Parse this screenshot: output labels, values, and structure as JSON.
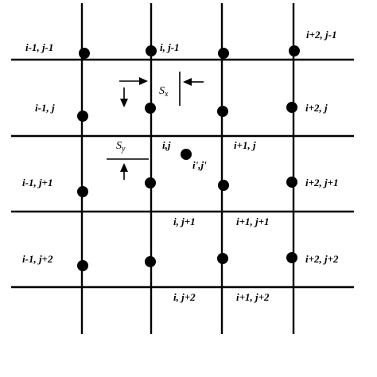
{
  "diagram": {
    "node_labels": {
      "im1_jm1": "i-1, j-1",
      "i_jm1": "i, j-1",
      "ip2_jm1": "i+2, j-1",
      "im1_j": "i-1, j",
      "ip2_j": "i+2, j",
      "i_j": "i,j",
      "ip1_j": "i+1, j",
      "im1_jp1": "i-1, j+1",
      "ip2_jp1": "i+2, j+1",
      "i_jp1": "i, j+1",
      "ip1_jp1": "i+1, j+1",
      "im1_jp2": "i-1, j+2",
      "ip2_jp2": "i+2, j+2",
      "i_jp2": "i, j+2",
      "ip1_jp2": "i+1, j+2"
    },
    "interpolated_point_label": "i',j'",
    "spacing_x": {
      "symbol": "S",
      "subscript": "x"
    },
    "spacing_y": {
      "symbol": "S",
      "subscript": "y"
    }
  }
}
